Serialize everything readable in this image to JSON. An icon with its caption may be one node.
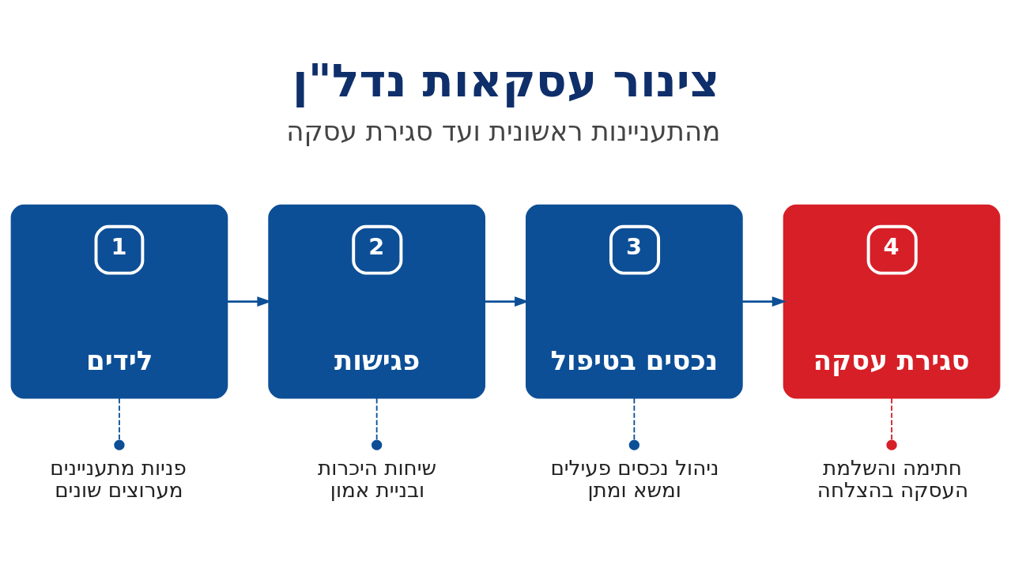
{
  "diagram": {
    "title": "צינור עסקאות נדל\"ן",
    "nodes": [
      {
        "text": [
          "1",
          "לידים"
        ]
      },
      {
        "text": [
          "2",
          "פגישות"
        ]
      },
      {
        "text": [
          "3",
          "נכסים בטיפול"
        ]
      },
      {
        "text": [
          "4",
          "סגירת עסקה"
        ]
      },
      {
        "text": [
          "פניות מתעניינים מערוצים שונים"
        ]
      },
      {
        "text": [
          "שיחות היכרות ובניית אמון"
        ]
      },
      {
        "text": [
          "ניהול נכסים פעילים ומשא ומתן"
        ]
      },
      {
        "text": [
          "חתימה והשלמת העסקה בהצלחה"
        ]
      }
    ],
    "edges": [
      {
        "from": 0,
        "to": 1,
        "arrow": "to"
      },
      {
        "from": 1,
        "to": 2,
        "arrow": "to"
      },
      {
        "from": 2,
        "to": 3,
        "arrow": "to"
      },
      {
        "from": 0,
        "to": 4,
        "arrow": "other",
        "style": "dashed"
      },
      {
        "from": 1,
        "to": 5,
        "arrow": "other",
        "style": "dashed"
      },
      {
        "from": 2,
        "to": 6,
        "arrow": "other",
        "style": "dashed"
      },
      {
        "from": 3,
        "to": 7,
        "arrow": "other",
        "style": "dashed",
        "color": "#d71f27"
      }
    ],
    "labels": [
      "מהתעניינות ראשונית ועד סגירת עסקה"
    ]
  }
}
